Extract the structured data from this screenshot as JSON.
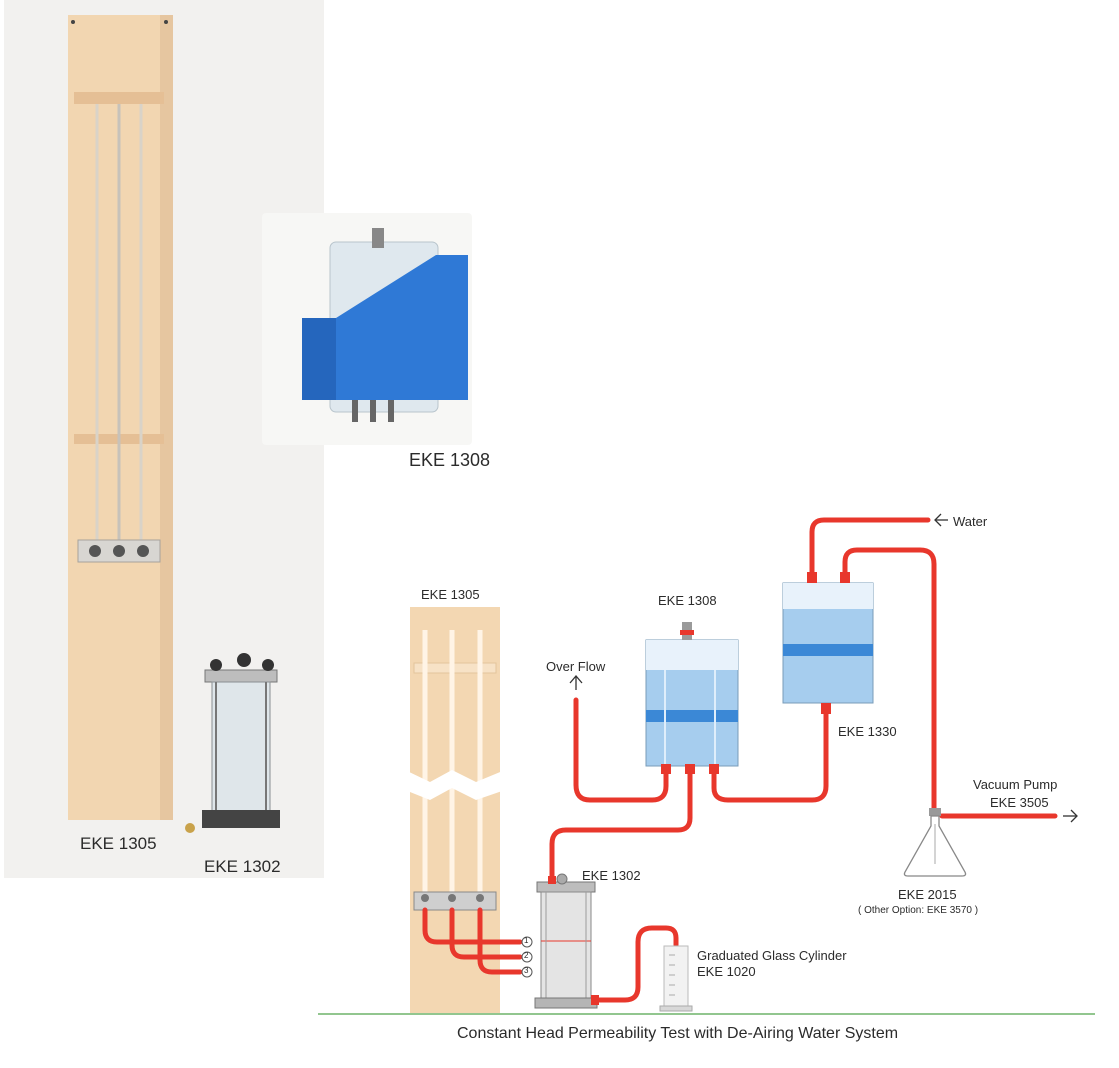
{
  "photos": {
    "column_label": "EKE 1305",
    "permeameter_label": "EKE 1302",
    "deairing_label": "EKE 1308"
  },
  "diagram": {
    "column_label": "EKE 1305",
    "deairing_tank_label": "EKE 1308",
    "storage_tank_label": "EKE 1330",
    "permeameter_label": "EKE 1302",
    "overflow_label": "Over Flow",
    "water_label": "Water",
    "vacuum_pump_label": "Vacuum Pump",
    "vacuum_pump_code": "EKE 3505",
    "flask_label": "EKE 2015",
    "flask_option": "( Other Option: EKE 3570 )",
    "cylinder_label": "Graduated Glass Cylinder",
    "cylinder_code": "EKE 1020",
    "port_numbers": [
      "1",
      "2",
      "3"
    ],
    "caption": "Constant Head Permeability Test with De-Airing Water System"
  },
  "colors": {
    "pipe": "#e8372c",
    "wood": "#f3d7b2",
    "water": "#9cc7ea",
    "blue_band": "#3b88d6",
    "acrylic_blue": "#2e7ad8"
  }
}
